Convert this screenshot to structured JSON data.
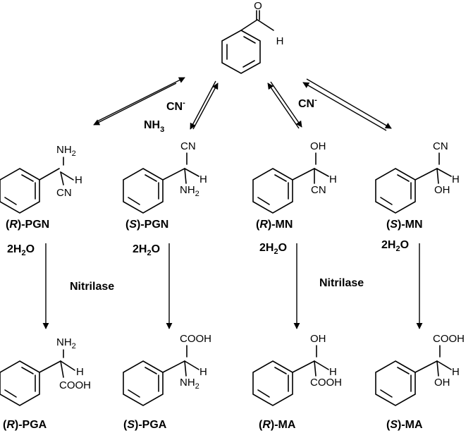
{
  "reagents": {
    "cn_left": "CN",
    "cn_right": "CN",
    "cn_charge": "-",
    "nh3": "NH",
    "nh3_sub": "3",
    "water": "2H",
    "water_sub": "2",
    "water_o": "O",
    "enzyme_left": "Nitrilase",
    "enzyme_right": "Nitrilase"
  },
  "aldehyde": {
    "o": "O",
    "h": "H"
  },
  "groups": {
    "nh2": "NH",
    "nh2_sub": "2",
    "cn": "CN",
    "oh": "OH",
    "h": "H",
    "cooh": "COOH"
  },
  "compounds": {
    "r_pgn": {
      "open": "(",
      "config": "R",
      "name": ")-PGN"
    },
    "s_pgn": {
      "open": "(",
      "config": "S",
      "name": ")-PGN"
    },
    "r_mn": {
      "open": "(",
      "config": "R",
      "name": ")-MN"
    },
    "s_mn": {
      "open": "(",
      "config": "S",
      "name": ")-MN"
    },
    "r_pga": {
      "open": "(",
      "config": "R",
      "name": ")-PGA"
    },
    "s_pga": {
      "open": "(",
      "config": "S",
      "name": ")-PGA"
    },
    "r_ma": {
      "open": "(",
      "config": "R",
      "name": ")-MA"
    },
    "s_ma": {
      "open": "(",
      "config": "S",
      "name": ")-MA"
    }
  }
}
